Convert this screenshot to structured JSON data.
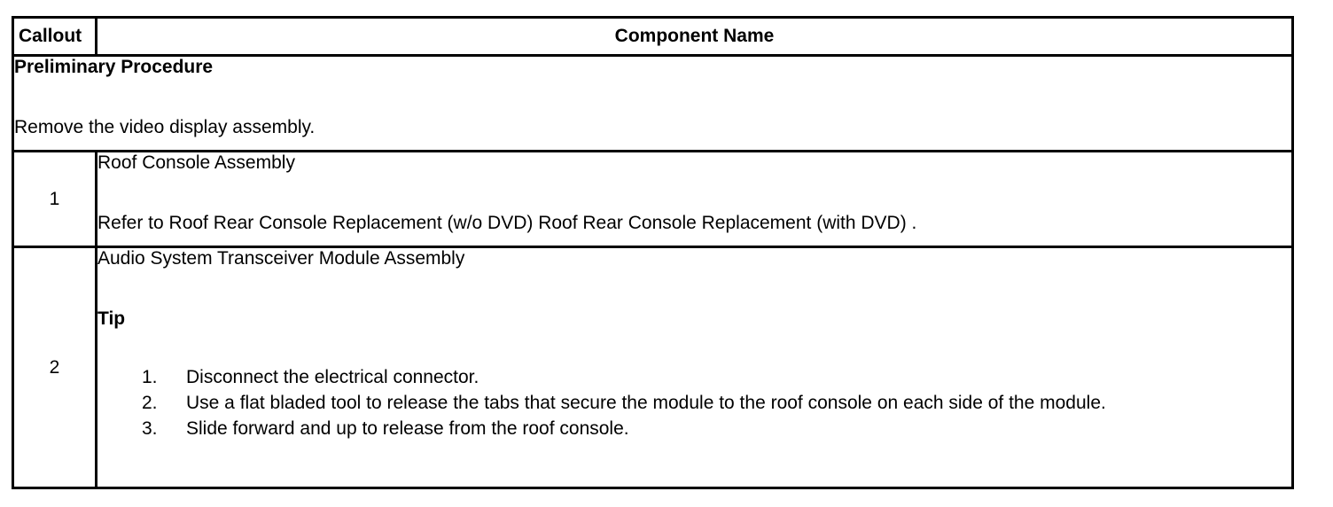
{
  "table": {
    "headers": {
      "callout": "Callout",
      "component": "Component Name"
    },
    "preliminary": {
      "title": "Preliminary Procedure",
      "text": "Remove the video display assembly."
    },
    "rows": [
      {
        "callout": "1",
        "name": "Roof Console Assembly",
        "note": "Refer to Roof Rear Console Replacement (w/o DVD) Roof Rear Console Replacement (with DVD) ."
      },
      {
        "callout": "2",
        "name": "Audio System Transceiver Module Assembly",
        "tip_label": "Tip",
        "steps": [
          {
            "num": "1.",
            "text": "Disconnect the electrical connector."
          },
          {
            "num": "2.",
            "text": "Use a flat bladed tool to release the tabs that secure the module to the roof console on each side of the module."
          },
          {
            "num": "3.",
            "text": "Slide forward and up to release from the roof console."
          }
        ]
      }
    ]
  }
}
